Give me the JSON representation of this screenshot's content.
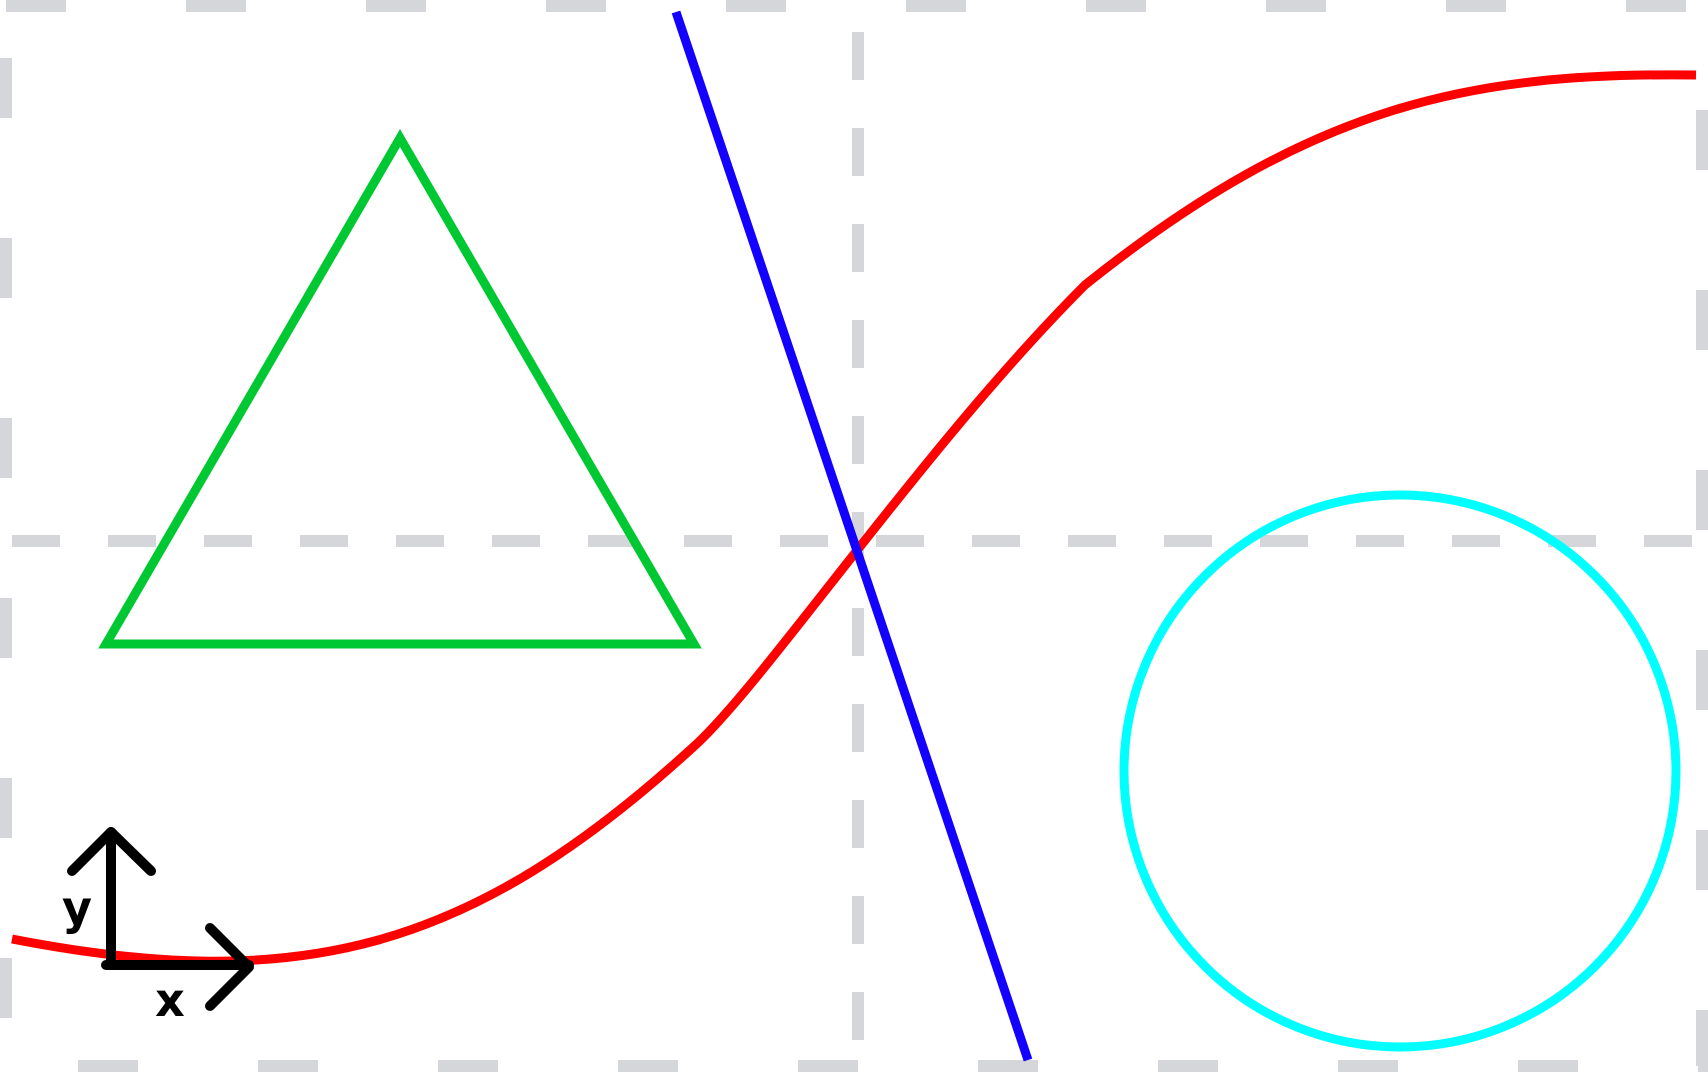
{
  "diagram": {
    "background": "#ffffff",
    "frame_color": "#d4d6d9",
    "grid_color": "#d4d6d9",
    "shapes": [
      {
        "kind": "triangle",
        "stroke": "#00c832"
      },
      {
        "kind": "straight-line",
        "stroke": "#1400ff"
      },
      {
        "kind": "s-curve",
        "stroke": "#ff0000"
      },
      {
        "kind": "circle",
        "stroke": "#00ffff"
      }
    ],
    "axes_indicator": {
      "color": "#000000",
      "x_label": "x",
      "y_label": "y"
    }
  }
}
